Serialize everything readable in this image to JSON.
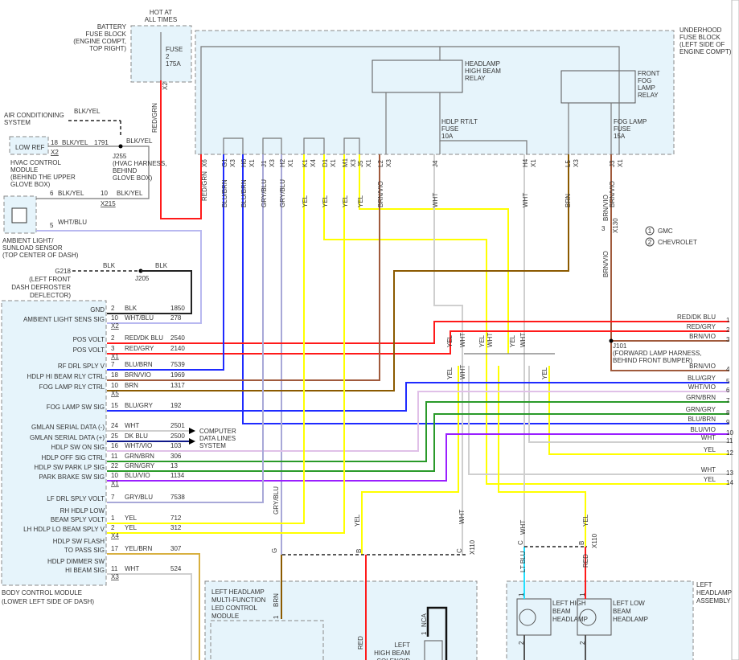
{
  "colors": {
    "RED": "#ff1a1a",
    "BLU": "#1f2bff",
    "BRN": "#8b5a00",
    "BRNVIO": "#a05a3c",
    "YEL": "#ffff00",
    "WHT": "#cfcfcf",
    "GRYBLU": "#a8a8d8",
    "GRN": "#2a9a2a",
    "VIO": "#9a1fff",
    "BLK": "#222222",
    "LTBLU": "#22e0ff",
    "WHTVIO": "#e0c0e8",
    "WHTBLU": "#b8b8f0",
    "YELBRN": "#d8b040",
    "DKBLU": "#101a8a"
  },
  "battery_fuse_block": {
    "title": [
      "BATTERY",
      "FUSE BLOCK",
      "(ENGINE COMPT,",
      "TOP RIGHT)"
    ],
    "hot": [
      "HOT AT",
      "ALL TIMES"
    ],
    "fuse": [
      "FUSE",
      "2",
      "175A"
    ],
    "conn": "X2"
  },
  "underhood_fuse_block": {
    "title": [
      "UNDERHOOD",
      "FUSE BLOCK",
      "(LEFT SIDE OF",
      "ENGINE COMPT)"
    ]
  },
  "relays": {
    "high_beam": [
      "HEADLAMP",
      "HIGH BEAM",
      "RELAY"
    ],
    "fog": [
      "FRONT",
      "FOG",
      "LAMP",
      "RELAY"
    ]
  },
  "fuses": {
    "hdlp": [
      "HDLP RT/LT",
      "FUSE",
      "10A"
    ],
    "fog": [
      "FOG LAMP",
      "FUSE",
      "15A"
    ]
  },
  "fuse_block_pins": [
    {
      "pin": "X6",
      "wire": "RED/GRN"
    },
    {
      "pin": "G1",
      "wire": "BLU/BRN"
    },
    {
      "pin": "X3",
      "wire": ""
    },
    {
      "pin": "H6",
      "wire": "BLU/BRN"
    },
    {
      "pin": "X1",
      "wire": ""
    },
    {
      "pin": "J1",
      "wire": "GRY/BLU"
    },
    {
      "pin": "X3",
      "wire": ""
    },
    {
      "pin": "H2",
      "wire": "GRY/BLU"
    },
    {
      "pin": "X1",
      "wire": ""
    },
    {
      "pin": "K1",
      "wire": "YEL"
    },
    {
      "pin": "X4",
      "wire": ""
    },
    {
      "pin": "D1",
      "wire": "YEL"
    },
    {
      "pin": "X1",
      "wire": ""
    },
    {
      "pin": "M1",
      "wire": "YEL"
    },
    {
      "pin": "X3",
      "wire": ""
    },
    {
      "pin": "J5",
      "wire": "YEL"
    },
    {
      "pin": "X1",
      "wire": ""
    },
    {
      "pin": "L2",
      "wire": "BRN/VIO"
    },
    {
      "pin": "X3",
      "wire": ""
    },
    {
      "pin": "J4",
      "wire": "WHT"
    },
    {
      "pin": "H4",
      "wire": "WHT"
    },
    {
      "pin": "X1",
      "wire": ""
    },
    {
      "pin": "L5",
      "wire": "BRN"
    },
    {
      "pin": "X3",
      "wire": ""
    },
    {
      "pin": "J3",
      "wire": "BRN/VIO"
    },
    {
      "pin": "X1",
      "wire": ""
    }
  ],
  "battery_wire": {
    "wire": "RED/GRN"
  },
  "ac_system": {
    "label": [
      "AIR CONDITIONING",
      "SYSTEM"
    ],
    "wire": "BLK/YEL"
  },
  "hvac": {
    "module": [
      "HVAC CONTROL",
      "MODULE",
      "(BEHIND THE UPPER",
      "GLOVE BOX)"
    ],
    "low_ref": "LOW REF",
    "pin": "18",
    "wire": "BLK/YEL",
    "circuit": "1791",
    "conn": "X2",
    "splice": [
      "J255",
      "(HVAC HARNESS,",
      "BEHIND",
      "GLOVE BOX)"
    ],
    "splice_wire": "BLK/YEL"
  },
  "ambient_sensor": {
    "label": [
      "AMBIENT LIGHT/",
      "SUNLOAD SENSOR",
      "(TOP CENTER OF DASH)"
    ],
    "pin6": "6",
    "wire6": "BLK/YEL",
    "pin10": "10",
    "wire10": "BLK/YEL",
    "conn": "X215",
    "pin5": "5",
    "wire5": "WHT/BLU"
  },
  "ground": {
    "label": [
      "G218",
      "(LEFT FRONT",
      "DASH DEFROSTER",
      "DEFLECTOR)"
    ],
    "wire_a": "BLK",
    "wire_b": "BLK",
    "splice": "J205"
  },
  "legend": [
    {
      "num": "1",
      "label": "GMC"
    },
    {
      "num": "2",
      "label": "CHEVROLET"
    }
  ],
  "bcm": {
    "title": "BODY CONTROL MODULE",
    "location": "(LOWER LEFT SIDE OF DASH)",
    "pins": [
      {
        "label": [
          "GND"
        ],
        "pin": "2",
        "wire": "BLK",
        "circuit": "1850"
      },
      {
        "label": [
          "AMBIENT LIGHT SENS SIG"
        ],
        "pin": "10",
        "wire": "WHT/BLU",
        "circuit": "278",
        "conn": "X2"
      },
      {
        "label": [
          "POS VOLT"
        ],
        "pin": "2",
        "wire": "RED/DK BLU",
        "circuit": "2540"
      },
      {
        "label": [
          "POS VOLT"
        ],
        "pin": "3",
        "wire": "RED/GRY",
        "circuit": "2140",
        "conn": "X1"
      },
      {
        "label": [
          "RF DRL SPLY V"
        ],
        "pin": "7",
        "wire": "BLU/BRN",
        "circuit": "7539"
      },
      {
        "label": [
          "HDLP HI BEAM RLY CTRL"
        ],
        "pin": "18",
        "wire": "BRN/VIO",
        "circuit": "1969"
      },
      {
        "label": [
          "FOG LAMP RLY CTRL"
        ],
        "pin": "10",
        "wire": "BRN",
        "circuit": "1317",
        "conn": "X5"
      },
      {
        "label": [
          "FOG LAMP SW SIG"
        ],
        "pin": "15",
        "wire": "BLU/GRY",
        "circuit": "192"
      },
      {
        "label": [
          "GMLAN SERIAL DATA (-)"
        ],
        "pin": "24",
        "wire": "WHT",
        "circuit": "2501"
      },
      {
        "label": [
          "GMLAN SERIAL DATA (+)"
        ],
        "pin": "25",
        "wire": "DK BLU",
        "circuit": "2500"
      },
      {
        "label": [
          "HDLP SW ON SIG"
        ],
        "pin": "16",
        "wire": "WHT/VIO",
        "circuit": "103"
      },
      {
        "label": [
          "HDLP OFF SIG CTRL"
        ],
        "pin": "11",
        "wire": "GRN/BRN",
        "circuit": "306"
      },
      {
        "label": [
          "HDLP SW PARK LP SIG"
        ],
        "pin": "22",
        "wire": "GRN/GRY",
        "circuit": "13"
      },
      {
        "label": [
          "PARK BRAKE SW SIG"
        ],
        "pin": "10",
        "wire": "BLU/VIO",
        "circuit": "1134",
        "conn": "X1"
      },
      {
        "label": [
          "LF DRL SPLY VOLT"
        ],
        "pin": "7",
        "wire": "GRY/BLU",
        "circuit": "7538"
      },
      {
        "label": [
          "RH HDLP LOW",
          "BEAM SPLY VOLT"
        ],
        "pin": "1",
        "wire": "YEL",
        "circuit": "712"
      },
      {
        "label": [
          "LH HDLP LO BEAM SPLY V"
        ],
        "pin": "2",
        "wire": "YEL",
        "circuit": "312",
        "conn": "X4"
      },
      {
        "label": [
          "HDLP SW FLASH",
          "TO PASS SIG"
        ],
        "pin": "17",
        "wire": "YEL/BRN",
        "circuit": "307"
      },
      {
        "label": [
          "HDLP DIMMER SW",
          "HI BEAM SIG"
        ],
        "pin": "11",
        "wire": "WHT",
        "circuit": "524",
        "conn": "X3"
      }
    ]
  },
  "data_lines": [
    "COMPUTER",
    "DATA LINES",
    "SYSTEM"
  ],
  "right_outputs": [
    {
      "num": "1",
      "wire": "RED/DK BLU"
    },
    {
      "num": "2",
      "wire": "RED/GRY"
    },
    {
      "num": "3",
      "wire": "BRN/VIO"
    },
    {
      "num": "4",
      "wire": "BRN/VIO"
    },
    {
      "num": "5",
      "wire": "BLU/GRY"
    },
    {
      "num": "6",
      "wire": "WHT/VIO"
    },
    {
      "num": "7",
      "wire": "GRN/BRN"
    },
    {
      "num": "8",
      "wire": "GRN/GRY"
    },
    {
      "num": "9",
      "wire": "BLU/BRN"
    },
    {
      "num": "10",
      "wire": "BLU/VIO"
    },
    {
      "num": "11",
      "wire": "WHT"
    },
    {
      "num": "12",
      "wire": "YEL"
    },
    {
      "num": "13",
      "wire": "WHT"
    },
    {
      "num": "14",
      "wire": "YEL"
    }
  ],
  "j101": [
    "J101",
    "(FORWARD LAMP HARNESS,",
    "BEHIND FRONT BUMPER)"
  ],
  "x130": {
    "conn": "X130",
    "pin": "3",
    "wire_top": "BRN/VIO",
    "wire_bottom": "BRN/VIO"
  },
  "variant_wires": {
    "a": [
      "YEL",
      "WHT",
      "YEL",
      "WHT",
      "YEL",
      "WHT"
    ],
    "b": [
      "YEL",
      "WHT",
      "YEL"
    ]
  },
  "x110": {
    "conn": "X110",
    "pins_left": [
      "G",
      "B",
      "C"
    ],
    "pins_right": [
      "C",
      "B"
    ],
    "wires_above": [
      "GRY/BLU",
      "YEL",
      "WHT",
      "WHT",
      "YEL"
    ],
    "wires_below": [
      "BRN",
      "RED",
      "LT BLU",
      "RED"
    ]
  },
  "led_module": {
    "label": [
      "LEFT HEADLAMP",
      "MULTI-FUNCTION",
      "LED CONTROL",
      "MODULE"
    ],
    "pin": "1"
  },
  "solenoid": {
    "label": [
      "LEFT",
      "HIGH BEAM",
      "SOLENOID"
    ],
    "pin": "1",
    "nca": "NCA"
  },
  "headlamp_assembly": {
    "label": [
      "LEFT",
      "HEADLAMP",
      "ASSEMBLY"
    ],
    "high": [
      "LEFT HIGH",
      "BEAM",
      "HEADLAMP"
    ],
    "low": [
      "LEFT LOW",
      "BEAM",
      "HEADLAMP"
    ],
    "pin_top": "1",
    "pin_bottom": "2"
  }
}
